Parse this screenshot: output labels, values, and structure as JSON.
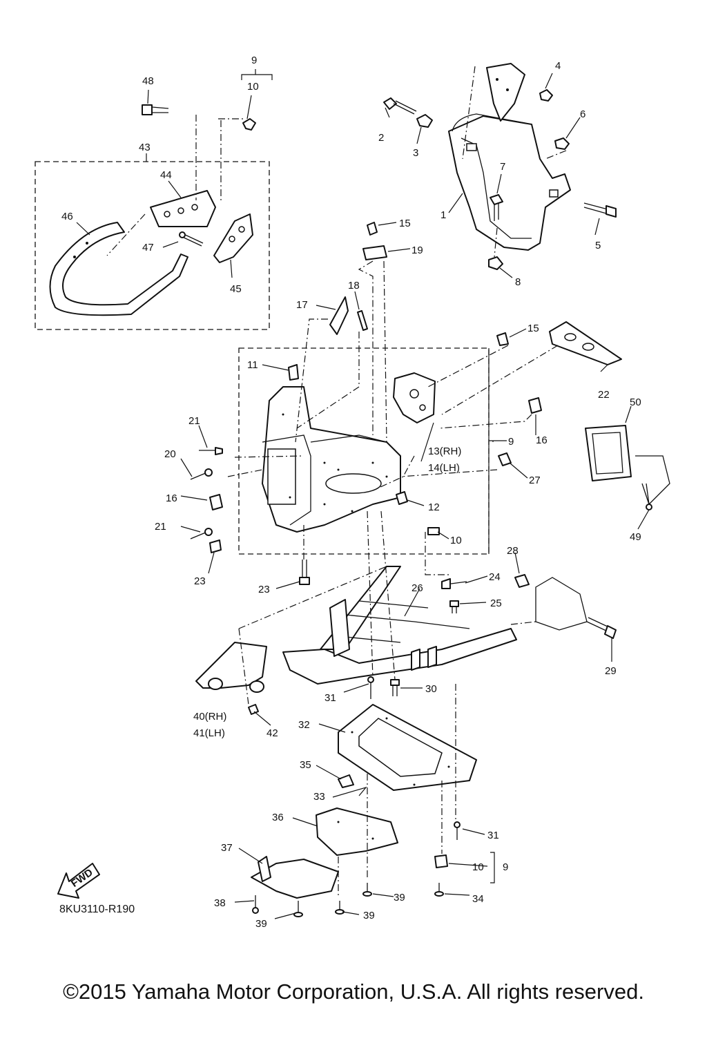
{
  "diagram_code": "8KU3110-R190",
  "copyright": "©2015 Yamaha Motor Corporation, U.S.A. All rights reserved.",
  "fwd_label": "FWD",
  "callouts": {
    "c1": "1",
    "c2": "2",
    "c3": "3",
    "c4": "4",
    "c5": "5",
    "c6": "6",
    "c7": "7",
    "c8": "8",
    "c9_top": "9",
    "c10_top": "10",
    "c9_mid": "9",
    "c10_mid": "10",
    "c9_bot": "9",
    "c10_bot": "10",
    "c11": "11",
    "c12": "12",
    "c13": "13(RH)",
    "c14": "14(LH)",
    "c15_a": "15",
    "c15_b": "15",
    "c16_a": "16",
    "c16_b": "16",
    "c17": "17",
    "c18": "18",
    "c19": "19",
    "c20": "20",
    "c21_a": "21",
    "c21_b": "21",
    "c22": "22",
    "c23_a": "23",
    "c23_b": "23",
    "c24": "24",
    "c25": "25",
    "c26": "26",
    "c27": "27",
    "c28": "28",
    "c29": "29",
    "c30": "30",
    "c31_a": "31",
    "c31_b": "31",
    "c32": "32",
    "c33": "33",
    "c34": "34",
    "c35": "35",
    "c36": "36",
    "c37": "37",
    "c38": "38",
    "c39_a": "39",
    "c39_b": "39",
    "c39_c": "39",
    "c40": "40(RH)",
    "c41": "41(LH)",
    "c42": "42",
    "c43": "43",
    "c44": "44",
    "c45": "45",
    "c46": "46",
    "c47": "47",
    "c48": "48",
    "c49": "49",
    "c50": "50"
  }
}
